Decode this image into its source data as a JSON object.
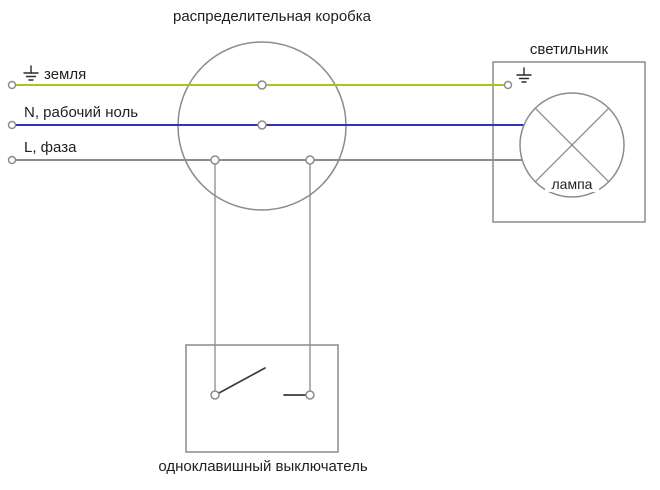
{
  "labels": {
    "junction_box": "распределительная коробка",
    "luminaire": "светильник",
    "lamp": "лампа",
    "ground": "земля",
    "neutral": "N, рабочий ноль",
    "phase": "L, фаза",
    "switch": "одноклавишный выключатель"
  },
  "colors": {
    "ground": "#a9c41e",
    "neutral": "#3333b8",
    "phase": "#8c8c8c",
    "outline": "#8c8c8c"
  }
}
